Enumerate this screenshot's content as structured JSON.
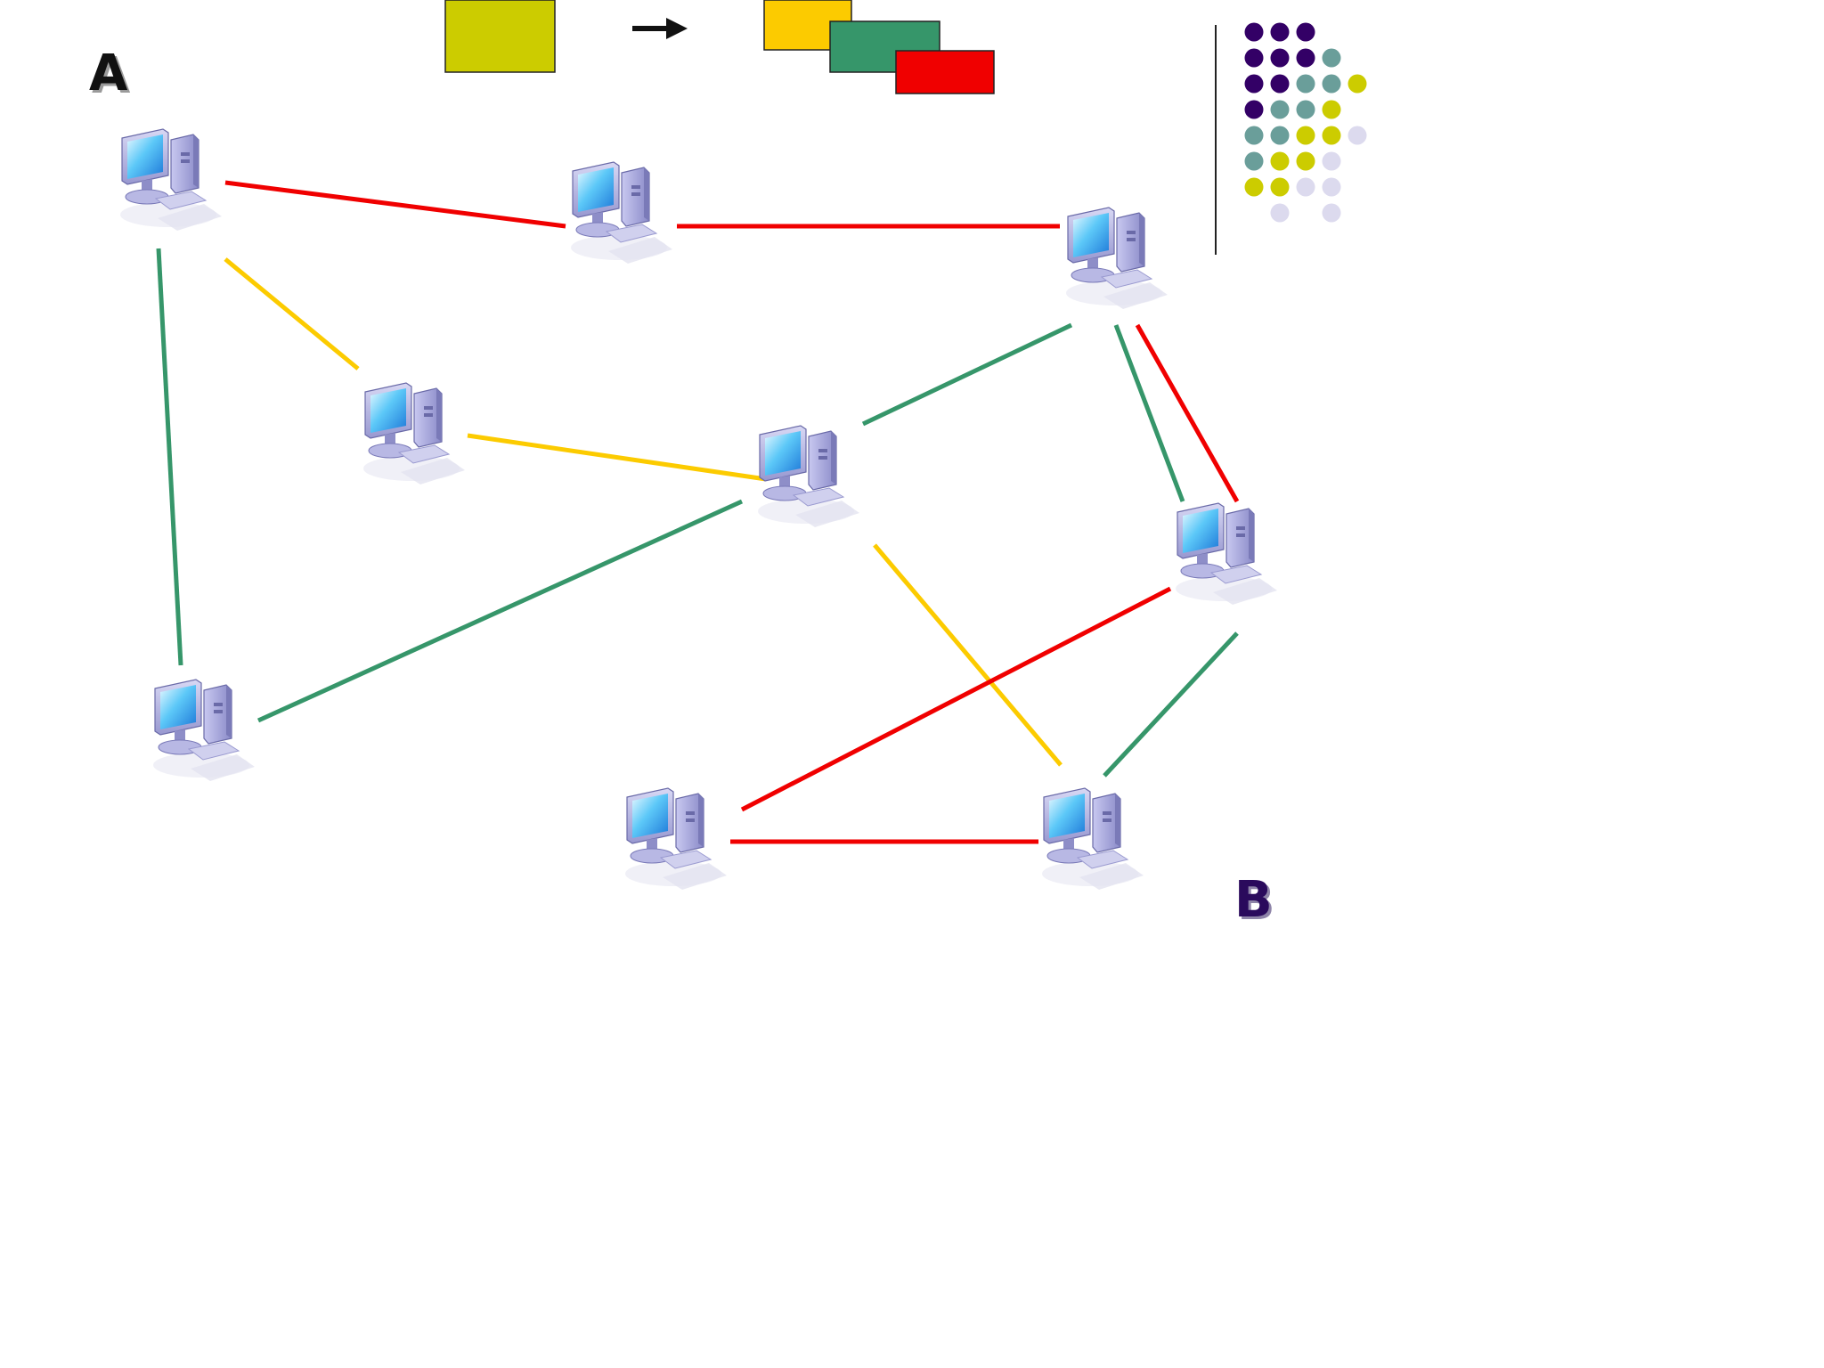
{
  "labels": {
    "start": "A",
    "end": "B"
  },
  "colors": {
    "red": "#f00000",
    "green": "#36966a",
    "yellow": "#fccb00",
    "olive": "#cccc00",
    "purple": "#330066",
    "teal": "#6a9e9a",
    "lavender": "#dcdaee",
    "black": "#111111"
  },
  "legend": {
    "source_packet_color": "olive",
    "fragment_colors": [
      "yellow",
      "green",
      "red"
    ],
    "arrow": "right-arrow-icon"
  },
  "computer_icon": "desktop-computer-icon",
  "nodes": [
    {
      "id": "A"
    },
    {
      "id": "n2"
    },
    {
      "id": "n3"
    },
    {
      "id": "n4"
    },
    {
      "id": "n5"
    },
    {
      "id": "n6"
    },
    {
      "id": "n7"
    },
    {
      "id": "n8"
    },
    {
      "id": "B"
    }
  ],
  "links": [
    {
      "from": "A",
      "to": "n2",
      "color": "red"
    },
    {
      "from": "n2",
      "to": "n3",
      "color": "red"
    },
    {
      "from": "A",
      "to": "n4",
      "color": "yellow"
    },
    {
      "from": "n4",
      "to": "n5",
      "color": "yellow"
    },
    {
      "from": "A",
      "to": "n7",
      "color": "green"
    },
    {
      "from": "n3",
      "to": "n5",
      "color": "green"
    },
    {
      "from": "n5",
      "to": "n7",
      "color": "green"
    },
    {
      "from": "n3",
      "to": "n6",
      "color": "green"
    },
    {
      "from": "n3",
      "to": "n6",
      "color": "red"
    },
    {
      "from": "n5",
      "to": "B",
      "color": "yellow"
    },
    {
      "from": "n6",
      "to": "n8",
      "color": "red"
    },
    {
      "from": "n6",
      "to": "B",
      "color": "green"
    },
    {
      "from": "n8",
      "to": "B",
      "color": "red"
    }
  ],
  "dot_grid": [
    [
      "purple",
      "purple",
      "purple",
      null,
      null
    ],
    [
      "purple",
      "purple",
      "purple",
      "teal",
      null
    ],
    [
      "purple",
      "purple",
      "teal",
      "teal",
      "olive"
    ],
    [
      "purple",
      "teal",
      "teal",
      "olive",
      null
    ],
    [
      "teal",
      "teal",
      "olive",
      "olive",
      "lavender"
    ],
    [
      "teal",
      "olive",
      "olive",
      "lavender",
      null
    ],
    [
      "olive",
      "olive",
      "lavender",
      "lavender",
      null
    ],
    [
      null,
      "lavender",
      null,
      "lavender",
      null
    ]
  ]
}
